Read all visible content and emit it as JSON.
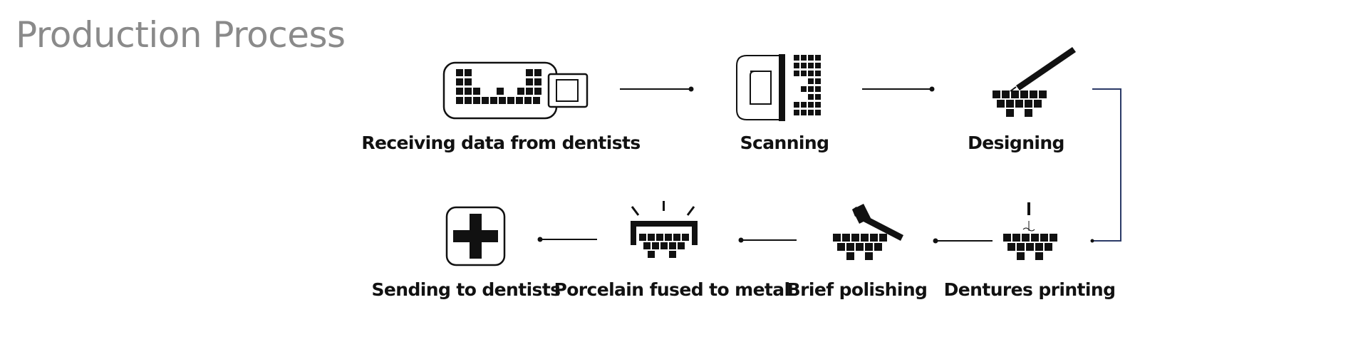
{
  "title": "Production Process",
  "steps": [
    {
      "label": "Receiving data from dentists",
      "icon": "usb-drive-icon"
    },
    {
      "label": "Scanning",
      "icon": "scanner-icon"
    },
    {
      "label": "Designing",
      "icon": "design-pen-icon"
    },
    {
      "label": "Dentures printing",
      "icon": "printer-nozzle-icon"
    },
    {
      "label": "Brief polishing",
      "icon": "hammer-icon"
    },
    {
      "label": "Porcelain fused to metal",
      "icon": "furnace-icon"
    },
    {
      "label": "Sending to dentists",
      "icon": "plus-box-icon"
    }
  ],
  "colors": {
    "title": "#8a8a8a",
    "ink": "#111111",
    "connector": "#2b3a67"
  }
}
